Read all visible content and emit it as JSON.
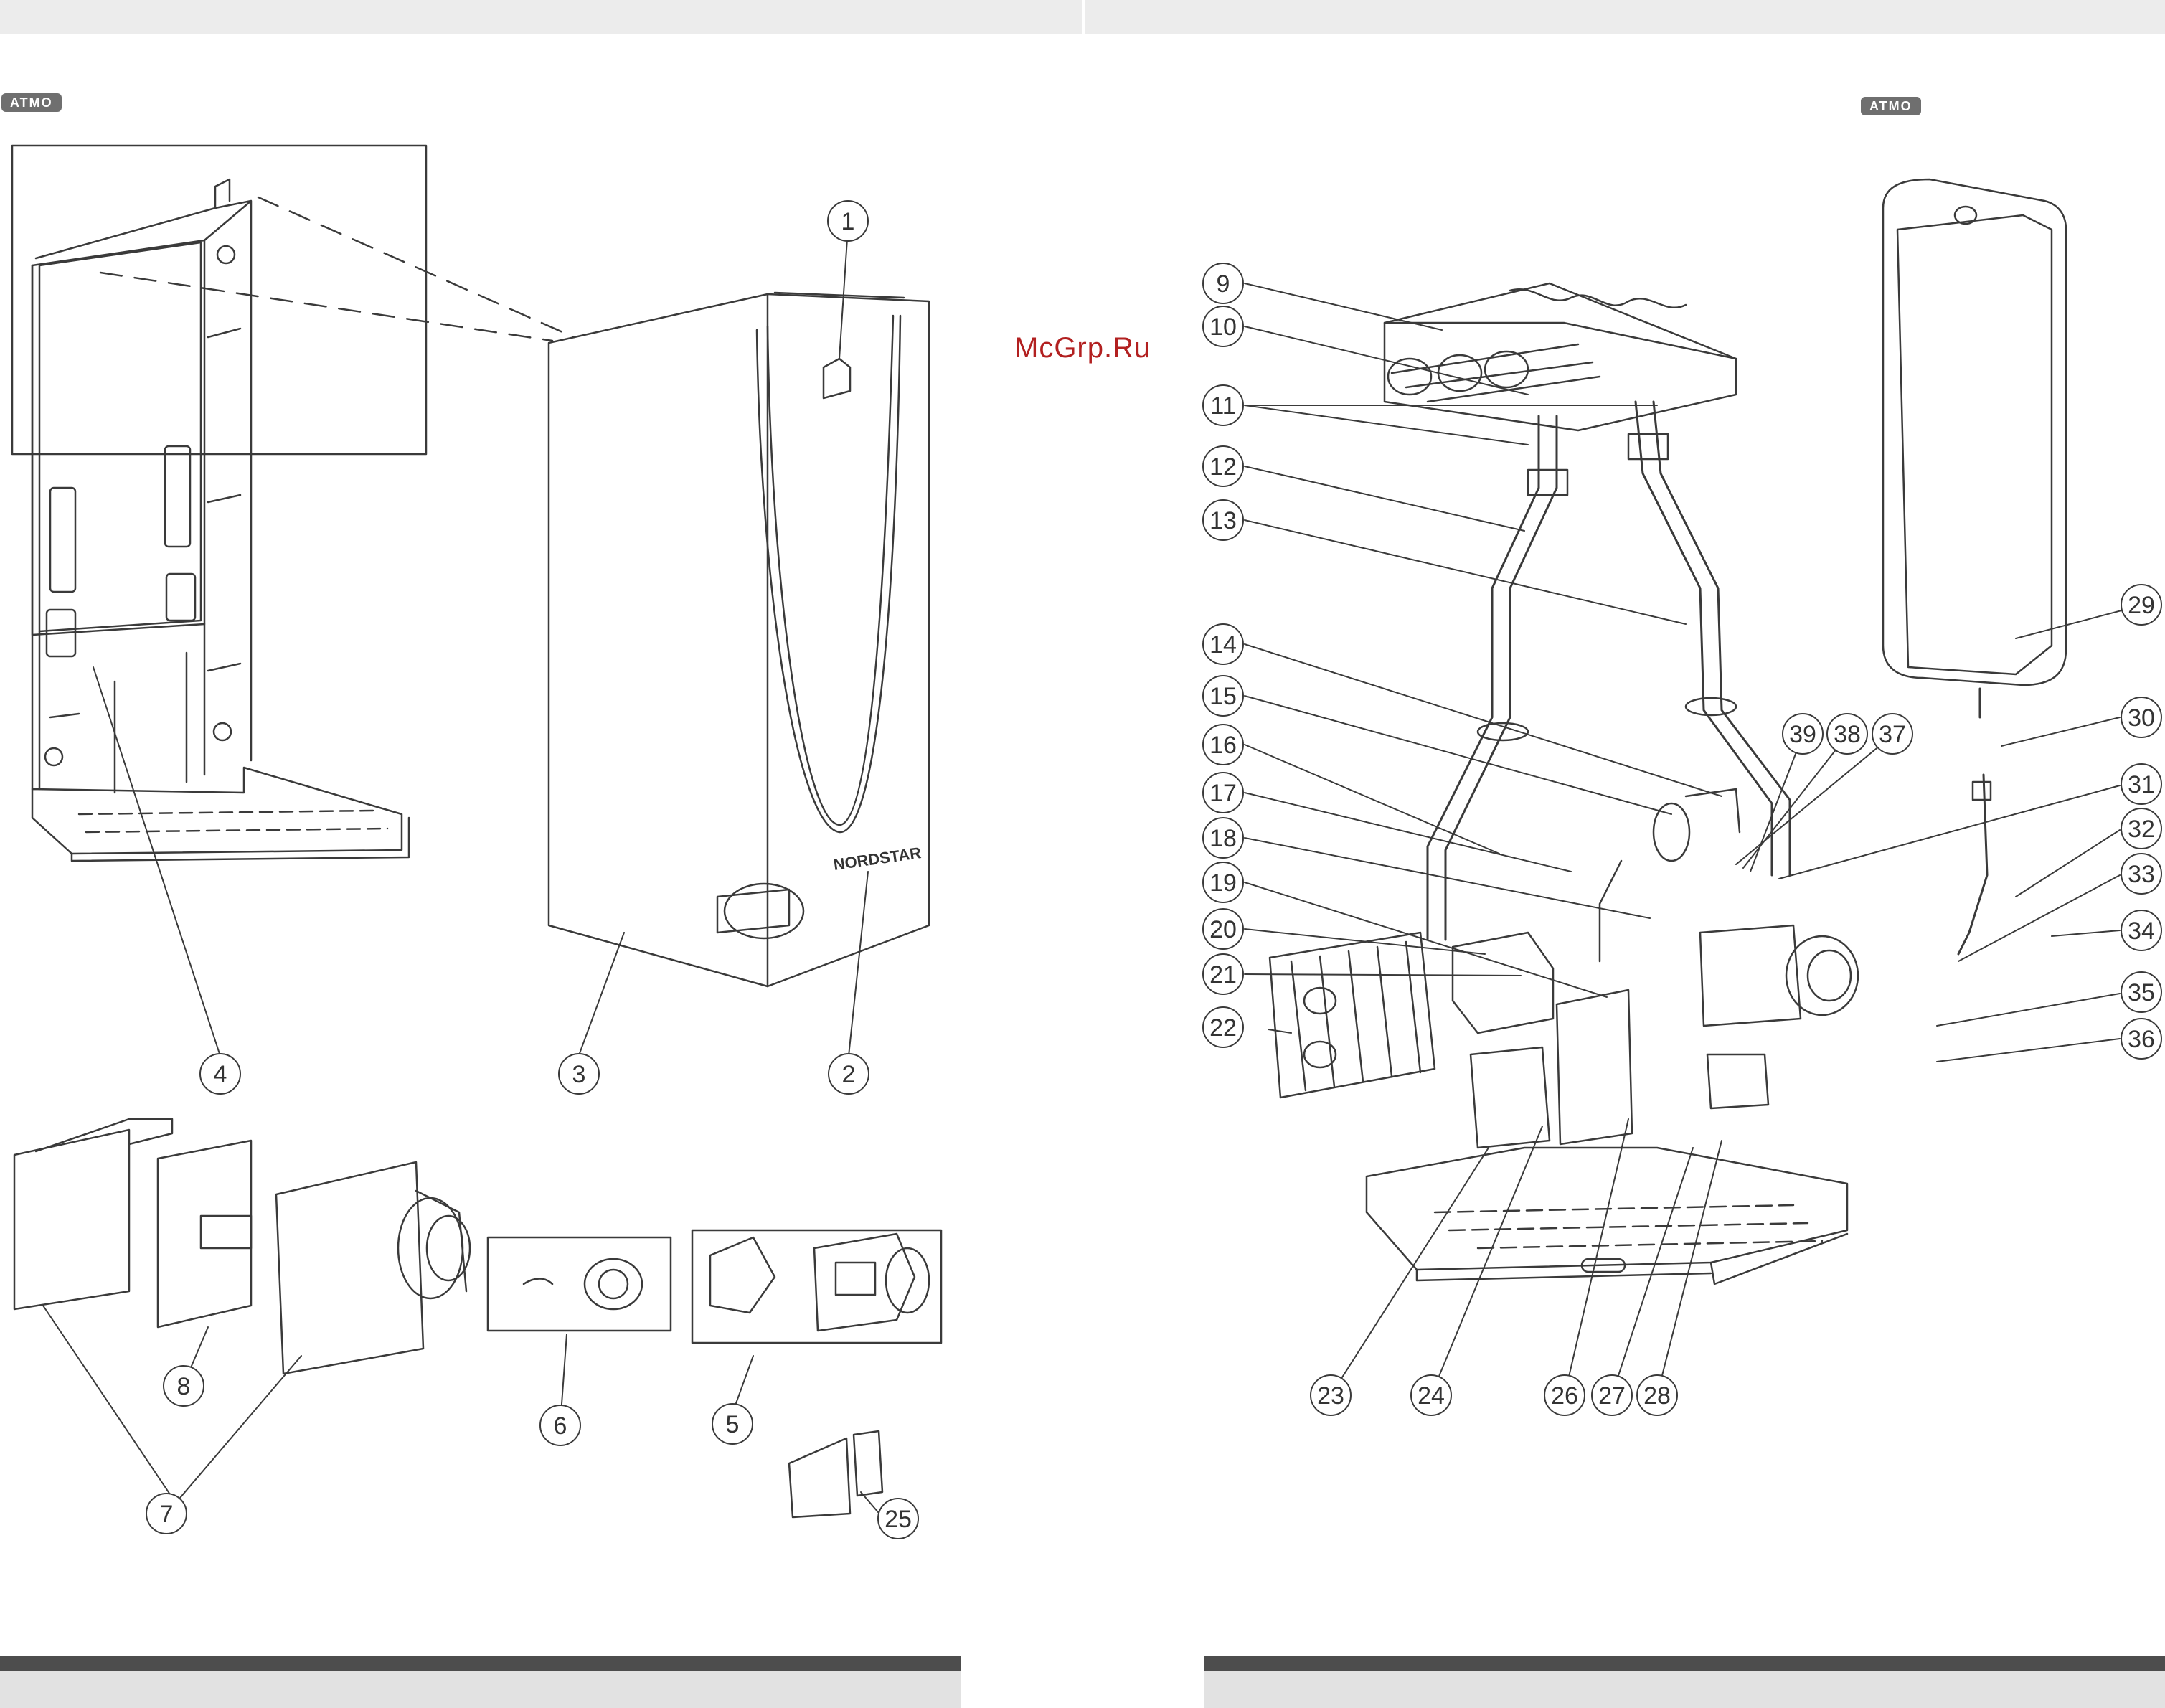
{
  "header": {
    "left_badge": "ATMO",
    "right_badge": "ATMO"
  },
  "watermark": "McGrp.Ru",
  "brand_plate": "NORDSTAR",
  "callouts": [
    "1",
    "2",
    "3",
    "4",
    "5",
    "6",
    "7",
    "8",
    "9",
    "10",
    "11",
    "12",
    "13",
    "14",
    "15",
    "16",
    "17",
    "18",
    "19",
    "20",
    "21",
    "22",
    "23",
    "24",
    "25",
    "26",
    "27",
    "28",
    "29",
    "30",
    "31",
    "32",
    "33",
    "34",
    "35",
    "36",
    "37",
    "38",
    "39"
  ],
  "colors": {
    "line": "#3a3a3a",
    "bar_dark": "#4d4d4d",
    "bar_light": "#e2e2e2",
    "watermark": "#b22020"
  }
}
